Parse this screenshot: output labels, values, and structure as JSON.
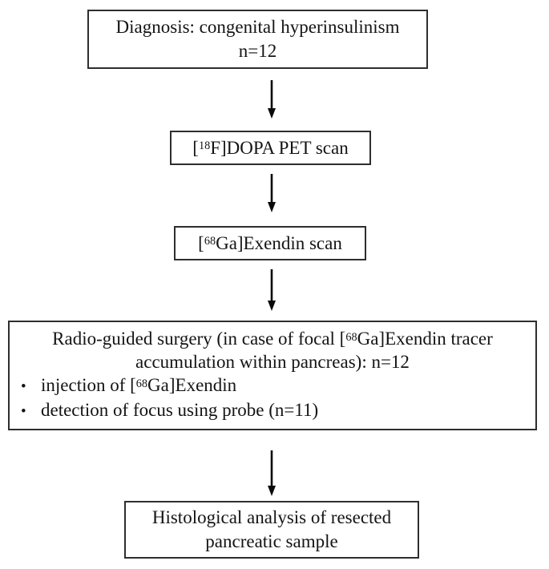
{
  "flowchart": {
    "bullet_char": "•",
    "colors": {
      "background": "#ffffff",
      "text": "#141414",
      "box_border": "#2e2e2e",
      "arrow": "#0a0a0a"
    },
    "steps": [
      {
        "name": "diagnosis",
        "lines": [
          [
            {
              "t": "Diagnosis: congenital hyperinsulinism"
            }
          ],
          [
            {
              "t": "n=12"
            }
          ]
        ]
      },
      {
        "name": "fdopa-pet-scan",
        "lines": [
          [
            {
              "t": "["
            },
            {
              "t": "18",
              "sup": true
            },
            {
              "t": "F]DOPA PET scan"
            }
          ]
        ]
      },
      {
        "name": "ga-exendin-scan",
        "lines": [
          [
            {
              "t": "["
            },
            {
              "t": "68",
              "sup": true
            },
            {
              "t": "Ga]Exendin scan"
            }
          ]
        ]
      },
      {
        "name": "radio-guided-surgery",
        "lines": [
          [
            {
              "t": "Radio-guided surgery (in case of focal ["
            },
            {
              "t": "68",
              "sup": true
            },
            {
              "t": "Ga]Exendin tracer"
            }
          ],
          [
            {
              "t": "accumulation within pancreas): n=12"
            }
          ]
        ],
        "bullets": [
          [
            {
              "t": "injection of ["
            },
            {
              "t": "68",
              "sup": true
            },
            {
              "t": "Ga]Exendin"
            }
          ],
          [
            {
              "t": "detection of focus using probe (n=11)"
            }
          ]
        ]
      },
      {
        "name": "histological-analysis",
        "lines": [
          [
            {
              "t": "Histological analysis of resected"
            }
          ],
          [
            {
              "t": "pancreatic sample"
            }
          ]
        ]
      }
    ]
  }
}
